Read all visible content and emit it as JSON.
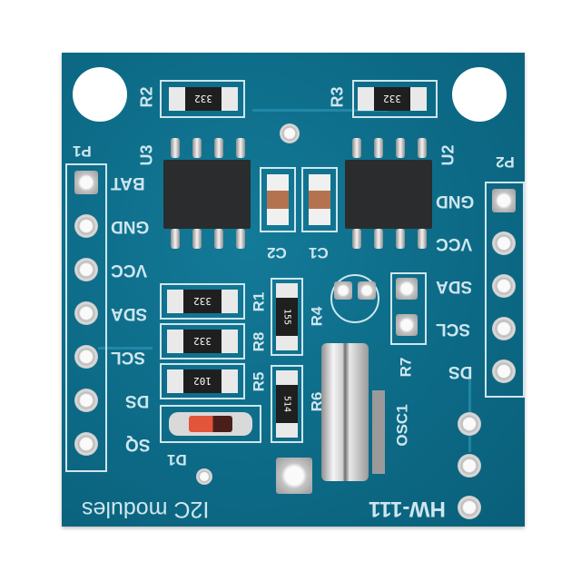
{
  "image": {
    "subject": "HW-111 I2C RTC module circuit board",
    "background_color": "#ffffff",
    "board_color": "#0d6e8c"
  },
  "silkscreen": {
    "module_name": "HW-111",
    "module_type": "I2C modules",
    "header_left": {
      "label": "P1",
      "pins": [
        "BAT",
        "GND",
        "VCC",
        "SDA",
        "SCL",
        "DS",
        "SQ"
      ]
    },
    "header_right": {
      "label": "P2",
      "pins": [
        "GND",
        "VCC",
        "SDA",
        "SCL",
        "DS"
      ]
    },
    "designators": {
      "r2": "R2",
      "r3": "R3",
      "u3": "U3",
      "u2": "U2",
      "c1": "C1",
      "c2": "C2",
      "r1": "R1",
      "r4": "R4",
      "r8": "R8",
      "r5": "R5",
      "r6": "R6",
      "r7": "R7",
      "d1": "D1",
      "osc1": "OSC1"
    }
  },
  "components": {
    "r2_marking": "332",
    "r3_marking": "332",
    "r1_marking": "332",
    "r8_marking": "332",
    "r5_marking": "102",
    "r4_marking": "155",
    "r6_marking": "514"
  }
}
